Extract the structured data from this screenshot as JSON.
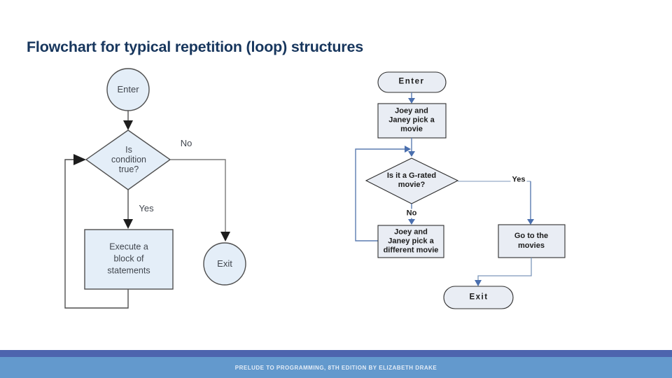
{
  "slide": {
    "title": "Flowchart for typical repetition (loop) structures",
    "footer": "PRELUDE TO PROGRAMMING, 8TH EDITION BY ELIZABETH DRAKE"
  },
  "colors": {
    "title_text": "#17365d",
    "footer_strip": "#4d64ae",
    "footer_bar": "#6399cd",
    "left_shape_fill": "#e4eef8",
    "left_line": "#4f4f4f",
    "right_shape_fill": "#e9edf4",
    "right_line": "#5b7cb0"
  },
  "left_chart": {
    "enter_label": "Enter",
    "condition": [
      "Is",
      "condition",
      "true?"
    ],
    "no_label": "No",
    "yes_label": "Yes",
    "process": [
      "Execute a",
      "block of",
      "statements"
    ],
    "exit_label": "Exit"
  },
  "right_chart": {
    "enter_label": "Enter",
    "step1": [
      "Joey and",
      "Janey pick a",
      "movie"
    ],
    "condition": [
      "Is it a G-rated",
      "movie?"
    ],
    "yes_label": "Yes",
    "no_label": "No",
    "step2": [
      "Joey and",
      "Janey pick a",
      "different movie"
    ],
    "step3": [
      "Go to the",
      "movies"
    ],
    "exit_label": "Exit"
  }
}
